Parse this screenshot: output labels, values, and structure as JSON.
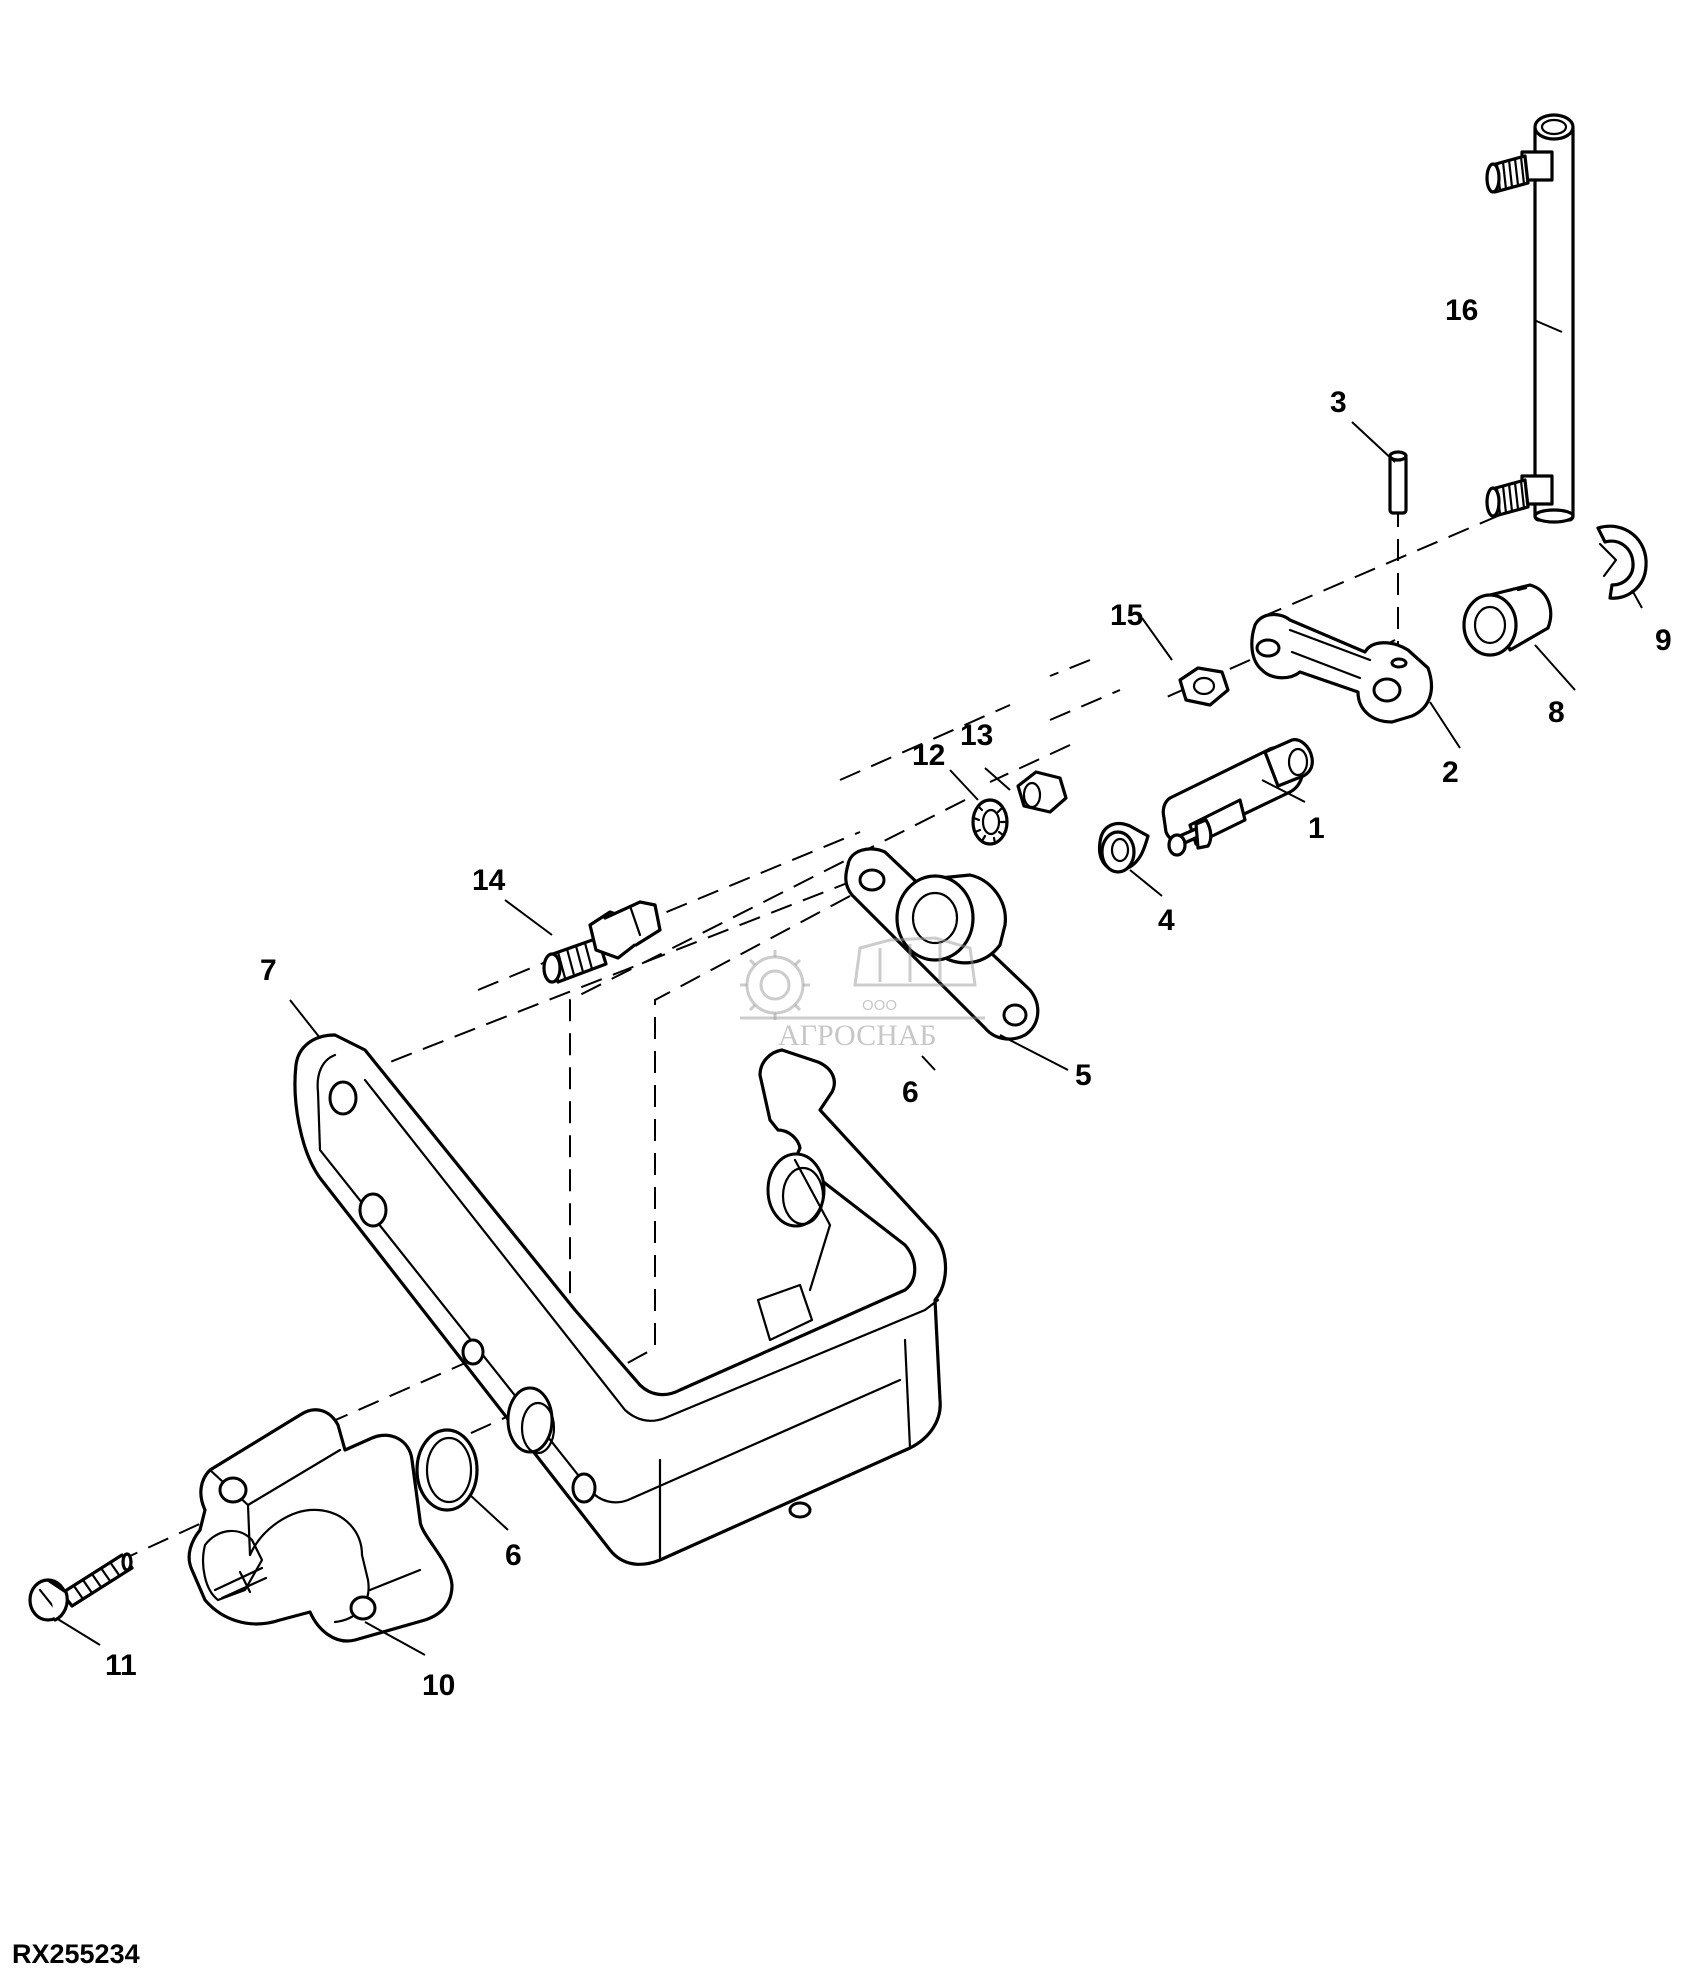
{
  "diagram": {
    "callouts": {
      "c1": "1",
      "c2": "2",
      "c3": "3",
      "c4": "4",
      "c5": "5",
      "c6a": "6",
      "c6b": "6",
      "c7": "7",
      "c8": "8",
      "c9": "9",
      "c10": "10",
      "c11": "11",
      "c12": "12",
      "c13": "13",
      "c14": "14",
      "c15": "15",
      "c16": "16"
    },
    "figure_id": "RX255234"
  },
  "watermark": {
    "company": "АГРОСНАБ",
    "prefix": "ООО",
    "color": "#9a9a9a"
  },
  "colors": {
    "line": "#000000",
    "background": "#ffffff"
  }
}
